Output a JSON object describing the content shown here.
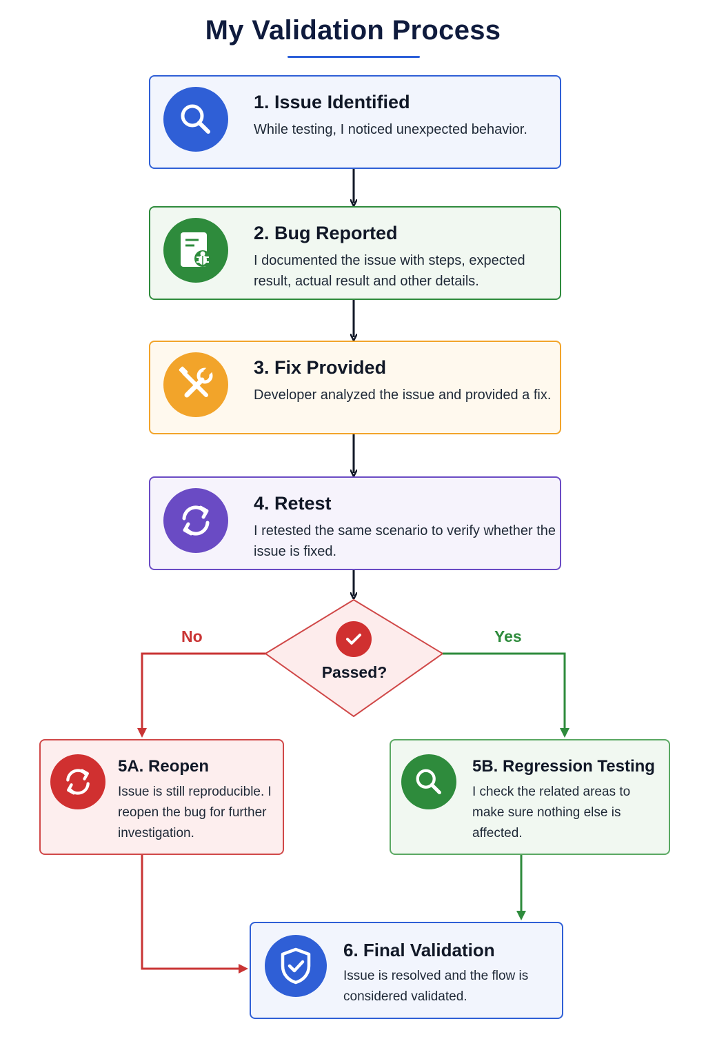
{
  "title": "My Validation Process",
  "steps": [
    {
      "heading": "1. Issue Identified",
      "description": "While testing, I noticed unexpected behavior.",
      "icon": "magnifier-icon",
      "color": "#2f5fd6"
    },
    {
      "heading": "2. Bug Reported",
      "description": "I documented the issue with steps, expected result, actual result and other details.",
      "icon": "bug-report-icon",
      "color": "#2e8b3c"
    },
    {
      "heading": "3. Fix Provided",
      "description": "Developer analyzed the issue and provided a fix.",
      "icon": "tools-icon",
      "color": "#f2a42a"
    },
    {
      "heading": "4. Retest",
      "description": "I retested the same scenario to verify whether the issue is fixed.",
      "icon": "refresh-icon",
      "color": "#6a4bc4"
    }
  ],
  "decision": {
    "label": "Passed?",
    "icon": "checkmark-icon",
    "no_label": "No",
    "yes_label": "Yes"
  },
  "branch_no": {
    "heading": "5A. Reopen",
    "description": "Issue is still reproducible. I reopen the bug for further investigation.",
    "icon": "refresh-icon",
    "color": "#d04848"
  },
  "branch_yes": {
    "heading": "5B. Regression Testing",
    "description": "I check the related areas to make sure nothing else is affected.",
    "icon": "magnifier-icon",
    "color": "#2e8b3c"
  },
  "final": {
    "heading": "6. Final Validation",
    "description": "Issue is resolved and the flow is considered validated.",
    "icon": "shield-check-icon",
    "color": "#2f5fd6"
  }
}
